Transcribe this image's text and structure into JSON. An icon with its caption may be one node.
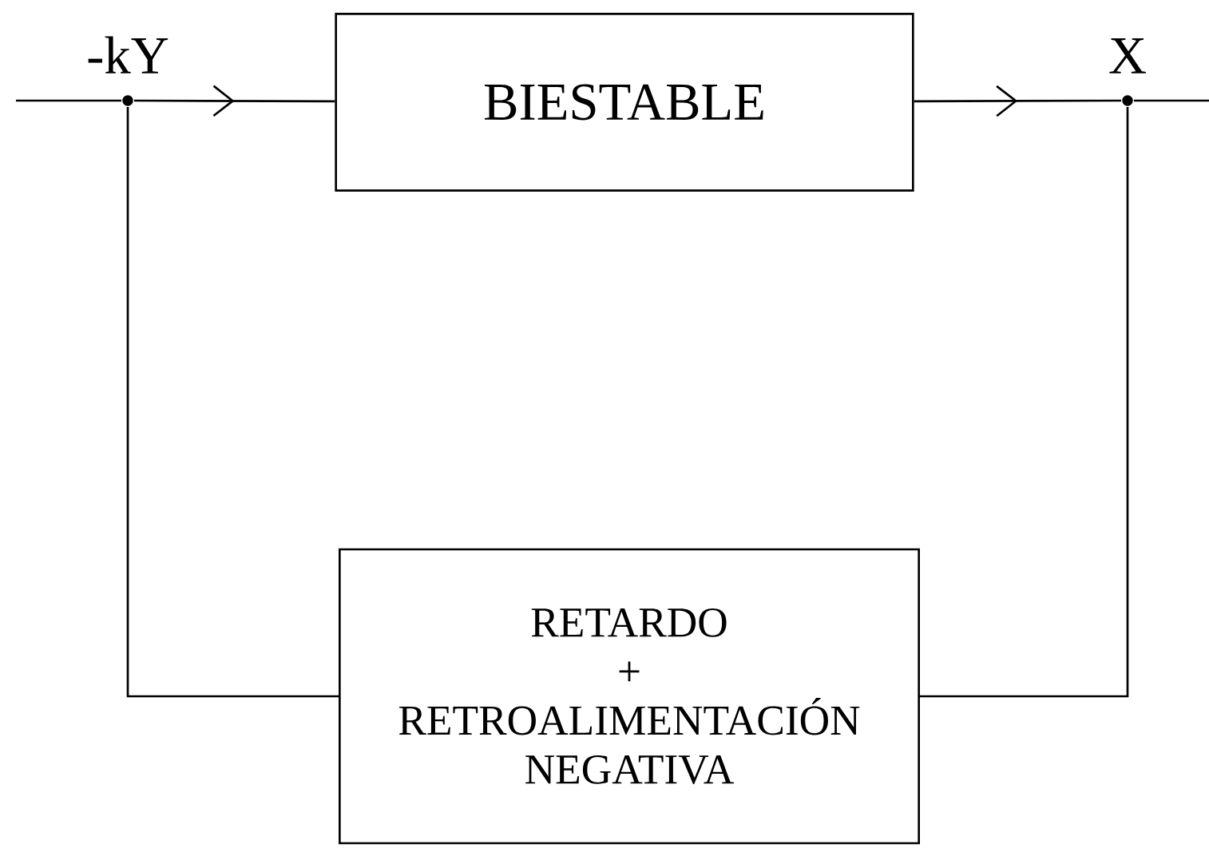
{
  "diagram": {
    "nodes": [
      {
        "text": [
          "BIESTABLE"
        ]
      },
      {
        "text": [
          "RETARDO",
          "+",
          "RETROALIMENTACIÓN",
          "NEGATIVA"
        ]
      },
      {
        "text": [],
        "shape": "circle",
        "beside": [
          "-kY"
        ]
      },
      {
        "text": [],
        "shape": "circle",
        "beside": [
          "X"
        ]
      }
    ],
    "edges": [
      {
        "from": null,
        "to": 2,
        "arrow": "none"
      },
      {
        "from": 2,
        "to": 0,
        "arrow": "to"
      },
      {
        "from": 0,
        "to": 3,
        "arrow": "to"
      },
      {
        "from": 3,
        "to": null,
        "arrow": "none"
      },
      {
        "from": 3,
        "to": 1,
        "arrow": "none"
      },
      {
        "from": 1,
        "to": 2,
        "arrow": "none"
      }
    ]
  }
}
